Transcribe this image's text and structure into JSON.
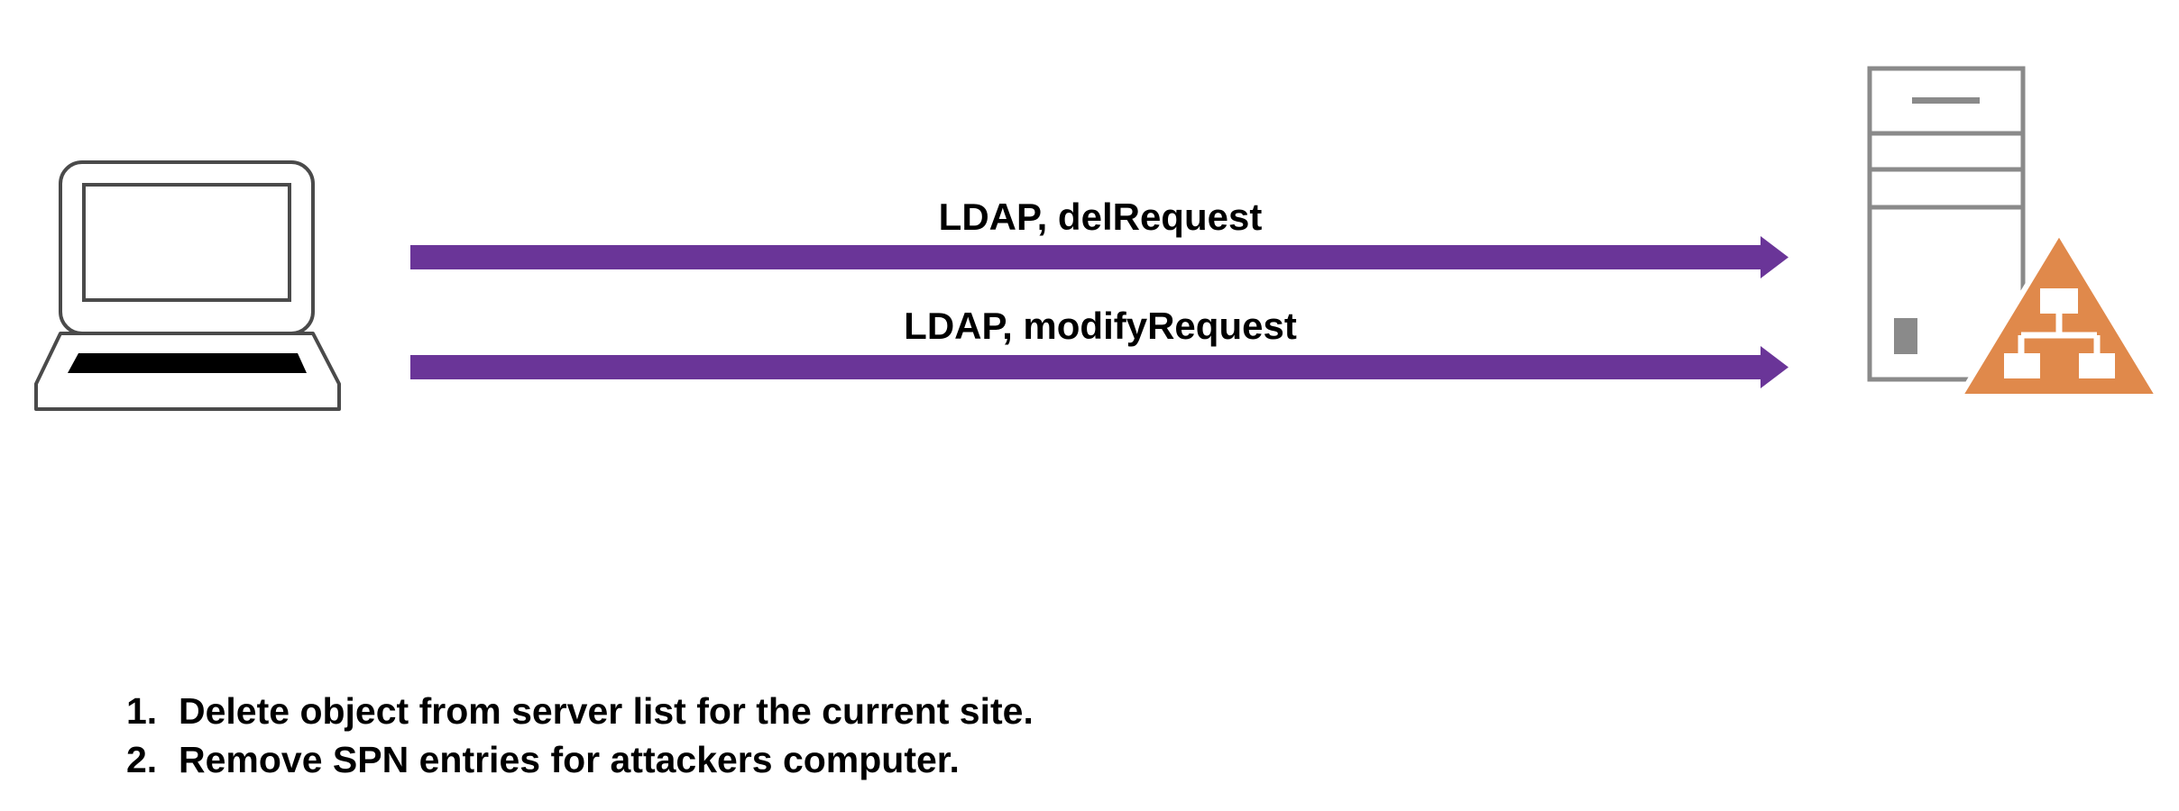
{
  "arrows": [
    {
      "label": "LDAP, delRequest",
      "color": "#6a3598"
    },
    {
      "label": "LDAP, modifyRequest",
      "color": "#6a3598"
    }
  ],
  "nodes": {
    "client": {
      "icon": "laptop-icon"
    },
    "server": {
      "icon": "server-tower-icon",
      "badge_icon": "domain-controller-icon",
      "badge_color": "#e0894b"
    }
  },
  "steps": [
    {
      "number": "1.",
      "text": "Delete object from server list for the current site."
    },
    {
      "number": "2.",
      "text": "Remove SPN entries for attackers computer."
    }
  ]
}
